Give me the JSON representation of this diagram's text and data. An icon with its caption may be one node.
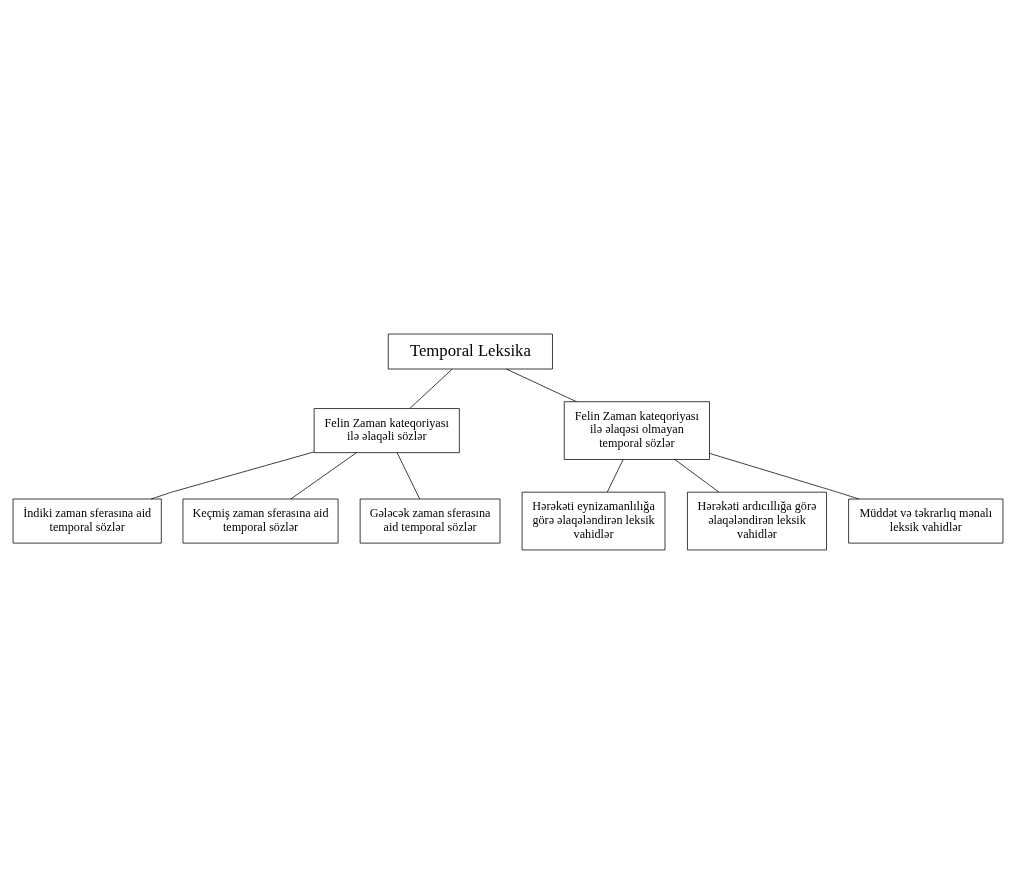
{
  "diagram": {
    "nodes": [
      {
        "text": [
          "Temporal Leksika"
        ]
      },
      {
        "text": [
          "Felin Zaman kateqoriyası ilə əlaqəli sözlər"
        ]
      },
      {
        "text": [
          "Felin Zaman kateqoriyası ilə əlaqəsi olmayan temporal sözlər"
        ]
      },
      {
        "text": [
          "İndiki zaman sferasına aid temporal sözlər"
        ]
      },
      {
        "text": [
          "Keçmiş zaman sferasına aid temporal sözlər"
        ]
      },
      {
        "text": [
          "Gələcək zaman sferasına aid temporal sözlər"
        ]
      },
      {
        "text": [
          "Hərəkəti eynizamanlılığa görə əlaqələndirən leksik vahidlər"
        ]
      },
      {
        "text": [
          "Hərəkəti ardıcıllığa görə əlaqələndirən leksik vahidlər"
        ]
      },
      {
        "text": [
          "Müddət və təkrarlıq mənalı leksik vahidlər"
        ]
      }
    ],
    "edges": [
      {
        "from": 0,
        "to": 1,
        "arrow": "none"
      },
      {
        "from": 0,
        "to": 2,
        "arrow": "none"
      },
      {
        "from": 1,
        "to": 3,
        "arrow": "none"
      },
      {
        "from": 1,
        "to": 4,
        "arrow": "none"
      },
      {
        "from": 1,
        "to": 5,
        "arrow": "none"
      },
      {
        "from": 2,
        "to": 6,
        "arrow": "none"
      },
      {
        "from": 2,
        "to": 7,
        "arrow": "none"
      },
      {
        "from": 2,
        "to": 8,
        "arrow": "none"
      }
    ]
  }
}
